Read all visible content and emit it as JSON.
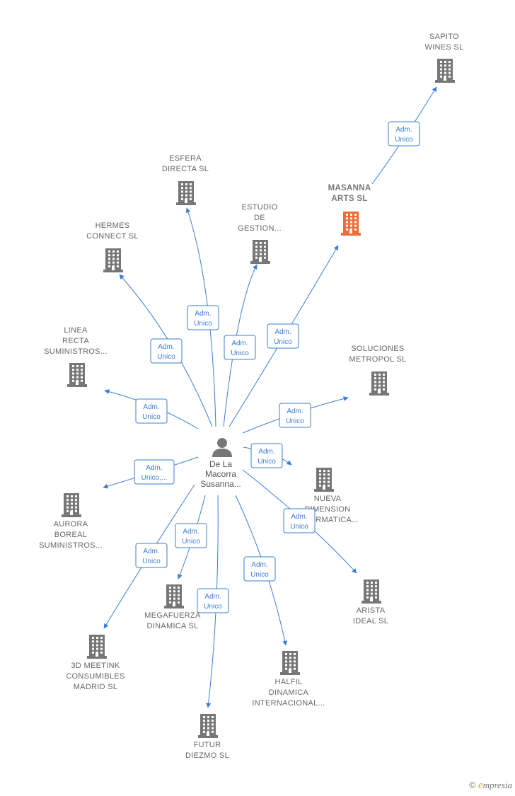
{
  "colors": {
    "edge": "#3a7fd5",
    "node": "#777777",
    "highlight": "#f26a35",
    "person": "#777777"
  },
  "center": {
    "label_lines": [
      "De La",
      "Macorra",
      "Susanna..."
    ],
    "icon": "person-icon"
  },
  "nodes": [
    {
      "id": "sapito",
      "lines": [
        "SAPITO",
        "WINES  SL"
      ],
      "highlight": false
    },
    {
      "id": "masanna",
      "lines": [
        "MASANNA",
        "ARTS  SL"
      ],
      "highlight": true
    },
    {
      "id": "esfera",
      "lines": [
        "ESFERA",
        "DIRECTA  SL"
      ],
      "highlight": false
    },
    {
      "id": "estudio",
      "lines": [
        "ESTUDIO",
        "DE",
        "GESTION..."
      ],
      "highlight": false
    },
    {
      "id": "hermes",
      "lines": [
        "HERMES",
        "CONNECT  SL"
      ],
      "highlight": false
    },
    {
      "id": "linea",
      "lines": [
        "LINEA",
        "RECTA",
        "SUMINISTROS..."
      ],
      "highlight": false
    },
    {
      "id": "soluciones",
      "lines": [
        "SOLUCIONES",
        "METROPOL  SL"
      ],
      "highlight": false
    },
    {
      "id": "nueva",
      "lines": [
        "NUEVA",
        "DIMENSION",
        "INFORMATICA..."
      ],
      "highlight": false
    },
    {
      "id": "aurora",
      "lines": [
        "AURORA",
        "BOREAL",
        "SUMINISTROS..."
      ],
      "highlight": false
    },
    {
      "id": "arista",
      "lines": [
        "ARISTA",
        "IDEAL  SL"
      ],
      "highlight": false
    },
    {
      "id": "megafuerza",
      "lines": [
        "MEGAFUERZA",
        "DINAMICA  SL"
      ],
      "highlight": false
    },
    {
      "id": "meetink",
      "lines": [
        "3D MEETINK",
        "CONSUMIBLES",
        "MADRID  SL"
      ],
      "highlight": false
    },
    {
      "id": "halfil",
      "lines": [
        "HALFIL",
        "DINAMICA",
        "INTERNACIONAL..."
      ],
      "highlight": false
    },
    {
      "id": "futur",
      "lines": [
        "FUTUR",
        "DIEZMO  SL"
      ],
      "highlight": false
    }
  ],
  "edges": [
    {
      "from": "masanna",
      "to": "sapito",
      "label": [
        "Adm.",
        "Unico"
      ]
    },
    {
      "from": "person",
      "to": "esfera",
      "label": [
        "Adm.",
        "Unico"
      ]
    },
    {
      "from": "person",
      "to": "estudio",
      "label": [
        "Adm.",
        "Unico"
      ]
    },
    {
      "from": "person",
      "to": "hermes",
      "label": [
        "Adm.",
        "Unico"
      ]
    },
    {
      "from": "person",
      "to": "masanna",
      "label": [
        "Adm.",
        "Unico"
      ]
    },
    {
      "from": "person",
      "to": "linea",
      "label": [
        "Adm.",
        "Unico"
      ]
    },
    {
      "from": "person",
      "to": "soluciones",
      "label": [
        "Adm.",
        "Unico"
      ]
    },
    {
      "from": "person",
      "to": "nueva",
      "label": [
        "Adm.",
        "Unico"
      ]
    },
    {
      "from": "person",
      "to": "aurora",
      "label": [
        "Adm.",
        "Unico,..."
      ]
    },
    {
      "from": "person",
      "to": "arista",
      "label": [
        "Adm.",
        "Unico"
      ]
    },
    {
      "from": "person",
      "to": "megafuerza",
      "label": [
        "Adm.",
        "Unico"
      ]
    },
    {
      "from": "person",
      "to": "meetink",
      "label": [
        "Adm.",
        "Unico"
      ]
    },
    {
      "from": "person",
      "to": "halfil",
      "label": [
        "Adm.",
        "Unico"
      ]
    },
    {
      "from": "person",
      "to": "futur",
      "label": [
        "Adm.",
        "Unico"
      ]
    }
  ],
  "footer": {
    "copyright": "©",
    "brand_initial": "e",
    "brand_rest": "mpresia"
  }
}
